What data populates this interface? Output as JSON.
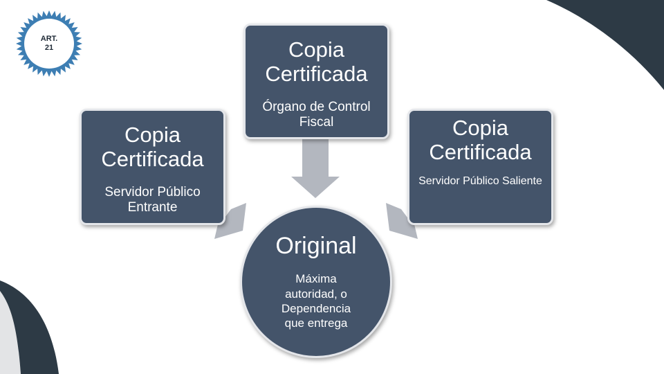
{
  "seal": {
    "line1": "ART.",
    "line2": "21"
  },
  "top_box": {
    "title": "Copia Certificada",
    "subtitle": "Órgano de Control Fiscal"
  },
  "left_box": {
    "title": "Copia Certificada",
    "subtitle": "Servidor Público Entrante"
  },
  "right_box": {
    "title": "Copia Certificada",
    "subtitle": "Servidor Público Saliente"
  },
  "center_circle": {
    "title": "Original",
    "subtitle": "Máxima autoridad, o Dependencia que entrega"
  },
  "colors": {
    "node_fill": "#44546a",
    "node_border": "#e4e6ea",
    "arrow": "#b3b7bf",
    "seal_blue": "#3d7eb3",
    "corner_dark": "#2d3a45",
    "corner_light": "#e3e4e6"
  }
}
